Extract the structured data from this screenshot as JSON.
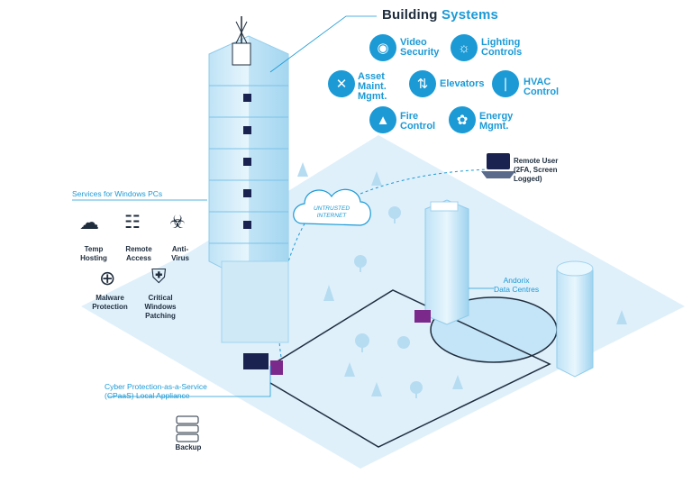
{
  "title": {
    "prefix": "Building",
    "accent": "Systems"
  },
  "building_systems": [
    {
      "key": "video",
      "line1": "Video",
      "line2": "Security",
      "icon": "cctv-camera-icon"
    },
    {
      "key": "lighting",
      "line1": "Lighting",
      "line2": "Controls",
      "icon": "lightbulb-icon"
    },
    {
      "key": "asset",
      "line1": "Asset",
      "line2": "Maint.",
      "line3": "Mgmt.",
      "icon": "tools-icon"
    },
    {
      "key": "elevators",
      "line1": "Elevators",
      "icon": "elevator-icon"
    },
    {
      "key": "hvac",
      "line1": "HVAC",
      "line2": "Control",
      "icon": "thermometer-icon"
    },
    {
      "key": "fire",
      "line1": "Fire",
      "line2": "Control",
      "icon": "fire-extinguisher-icon"
    },
    {
      "key": "energy",
      "line1": "Energy",
      "line2": "Mgmt.",
      "icon": "plant-energy-icon"
    }
  ],
  "services_heading": "Services for Windows PCs",
  "services": [
    {
      "key": "temp",
      "line1": "Temp",
      "line2": "Hosting",
      "icon": "cloud-server-icon"
    },
    {
      "key": "remote",
      "line1": "Remote",
      "line2": "Access",
      "icon": "remote-access-icon"
    },
    {
      "key": "antivirus",
      "line1": "Anti-",
      "line2": "Virus",
      "icon": "bug-shield-icon"
    },
    {
      "key": "malware",
      "line1": "Malware",
      "line2": "Protection",
      "icon": "crosshair-bug-icon"
    },
    {
      "key": "patching",
      "line1": "Critical",
      "line2": "Windows",
      "line3": "Patching",
      "icon": "shield-refresh-icon"
    }
  ],
  "remote_user": {
    "line1": "Remote User",
    "line2": "(2FA, Screen",
    "line3": "Logged)"
  },
  "cloud": {
    "line1": "UNTRUSTED",
    "line2": "INTERNET"
  },
  "data_centres": {
    "line1": "Andorix",
    "line2": "Data Centres"
  },
  "appliance": {
    "line1": "Cyber Protection-as-a-Service",
    "line2": "(CPaaS) Local Appliance"
  },
  "backup": {
    "label": "Backup"
  },
  "colors": {
    "accent": "#1b9ad6",
    "dark": "#1f2d3d",
    "ground": "#dff0fb",
    "navy": "#1a2350",
    "purple": "#7b2a8c"
  }
}
